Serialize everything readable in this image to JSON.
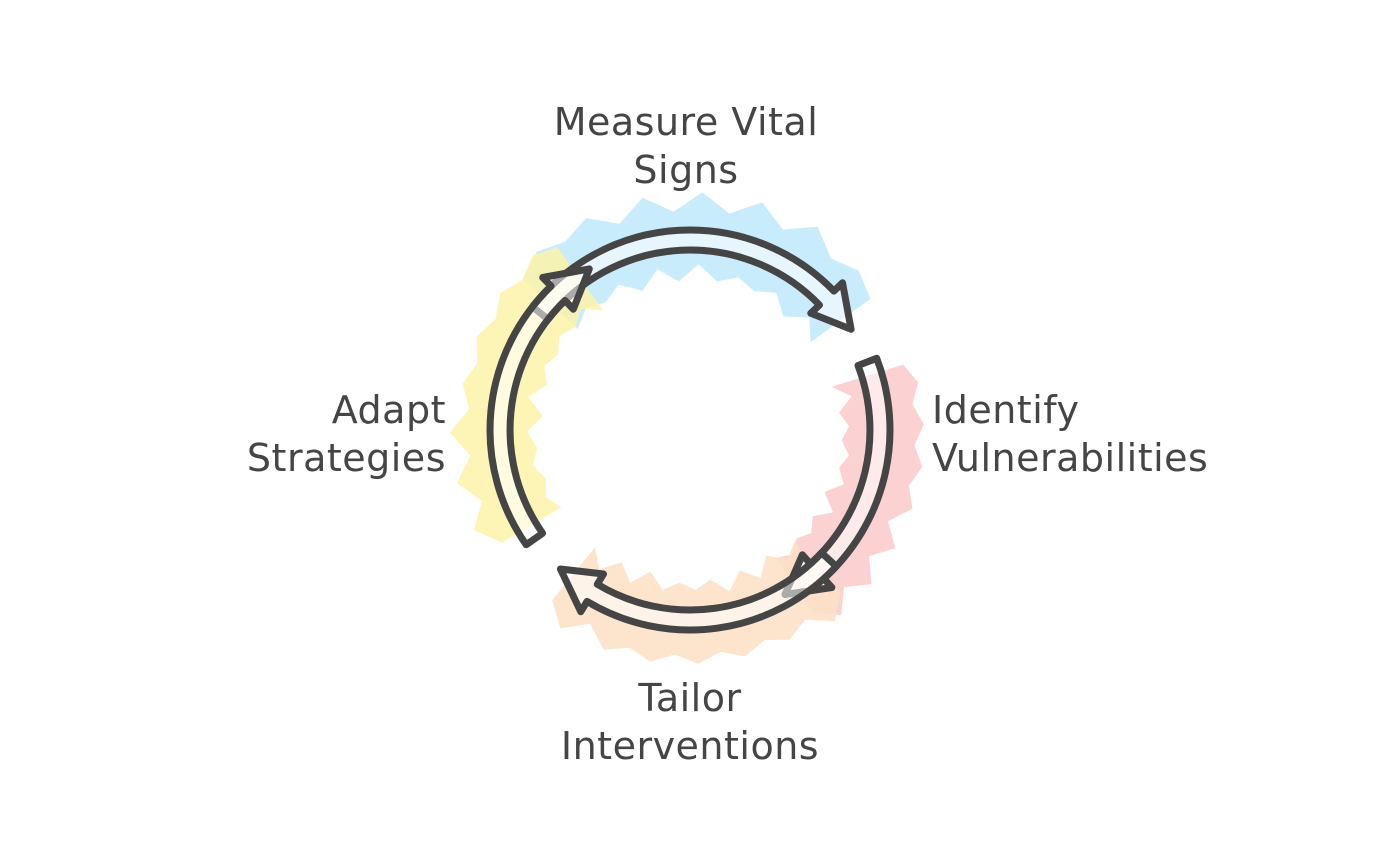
{
  "steps": [
    {
      "id": "measure",
      "lines": [
        "Measure Vital",
        "Signs"
      ],
      "color": "#bfe9fb"
    },
    {
      "id": "identify",
      "lines": [
        "Identify",
        "Vulnerabilities"
      ],
      "color": "#fcc9c9"
    },
    {
      "id": "tailor",
      "lines": [
        "Tailor",
        "Interventions"
      ],
      "color": "#fde0c4"
    },
    {
      "id": "adapt",
      "lines": [
        "Adapt",
        "Strategies"
      ],
      "color": "#fdf3a8"
    }
  ],
  "stroke_color": "#454545"
}
